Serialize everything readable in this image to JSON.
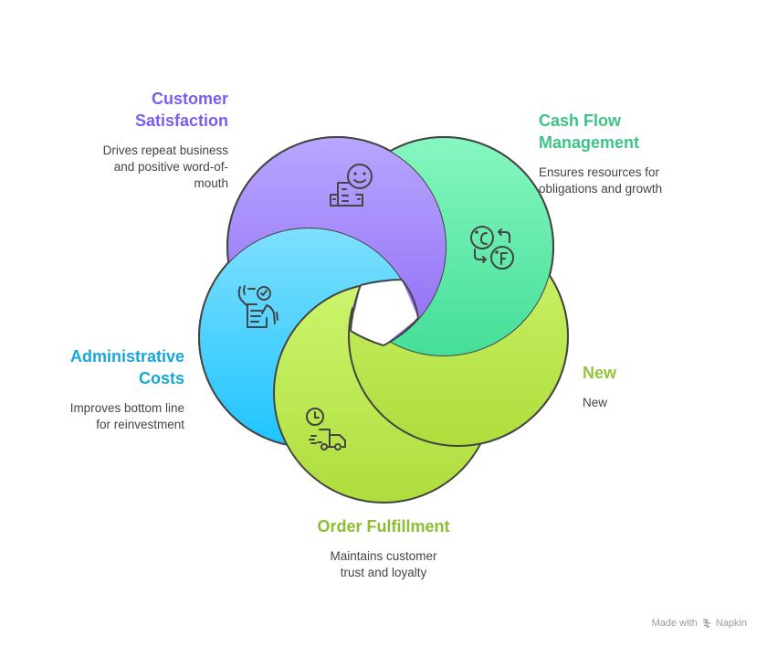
{
  "segments": [
    {
      "id": "customer-satisfaction",
      "title": "Customer Satisfaction",
      "title_lines": [
        "Customer",
        "Satisfaction"
      ],
      "description_lines": [
        "Drives repeat business",
        "and positive word-of-",
        "mouth"
      ],
      "title_color": "#7b5cf0",
      "fill_top": "#b8a6ff",
      "fill_bottom": "#8f6bf5",
      "icon": "customer-building-smile-icon"
    },
    {
      "id": "cash-flow-management",
      "title": "Cash Flow Management",
      "title_lines": [
        "Cash Flow",
        "Management"
      ],
      "description_lines": [
        "Ensures resources for",
        "obligations and growth"
      ],
      "title_color": "#3cc486",
      "fill_top": "#86f7c0",
      "fill_bottom": "#44de98",
      "icon": "temperature-conversion-icon"
    },
    {
      "id": "new",
      "title": "New",
      "title_lines": [
        "New"
      ],
      "description_lines": [
        "New"
      ],
      "title_color": "#94c23a",
      "fill_top": "#cdf56e",
      "fill_bottom": "#aedd3c",
      "icon": ""
    },
    {
      "id": "order-fulfillment",
      "title": "Order Fulfillment",
      "title_lines": [
        "Order Fulfillment"
      ],
      "description_lines": [
        "Maintains customer",
        "trust and loyalty"
      ],
      "title_color": "#8cbd35",
      "fill_top": "#cdf56e",
      "fill_bottom": "#aedd3c",
      "icon": "delivery-truck-clock-icon"
    },
    {
      "id": "administrative-costs",
      "title": "Administrative Costs",
      "title_lines": [
        "Administrative",
        "Costs"
      ],
      "description_lines": [
        "Improves bottom line",
        "for reinvestment"
      ],
      "title_color": "#1aa6d9",
      "fill_top": "#7fe0ff",
      "fill_bottom": "#1ec4ff",
      "icon": "document-approval-icon"
    }
  ],
  "stroke_color": "#444444",
  "footer": {
    "made_with": "Made with",
    "brand": "Napkin"
  }
}
